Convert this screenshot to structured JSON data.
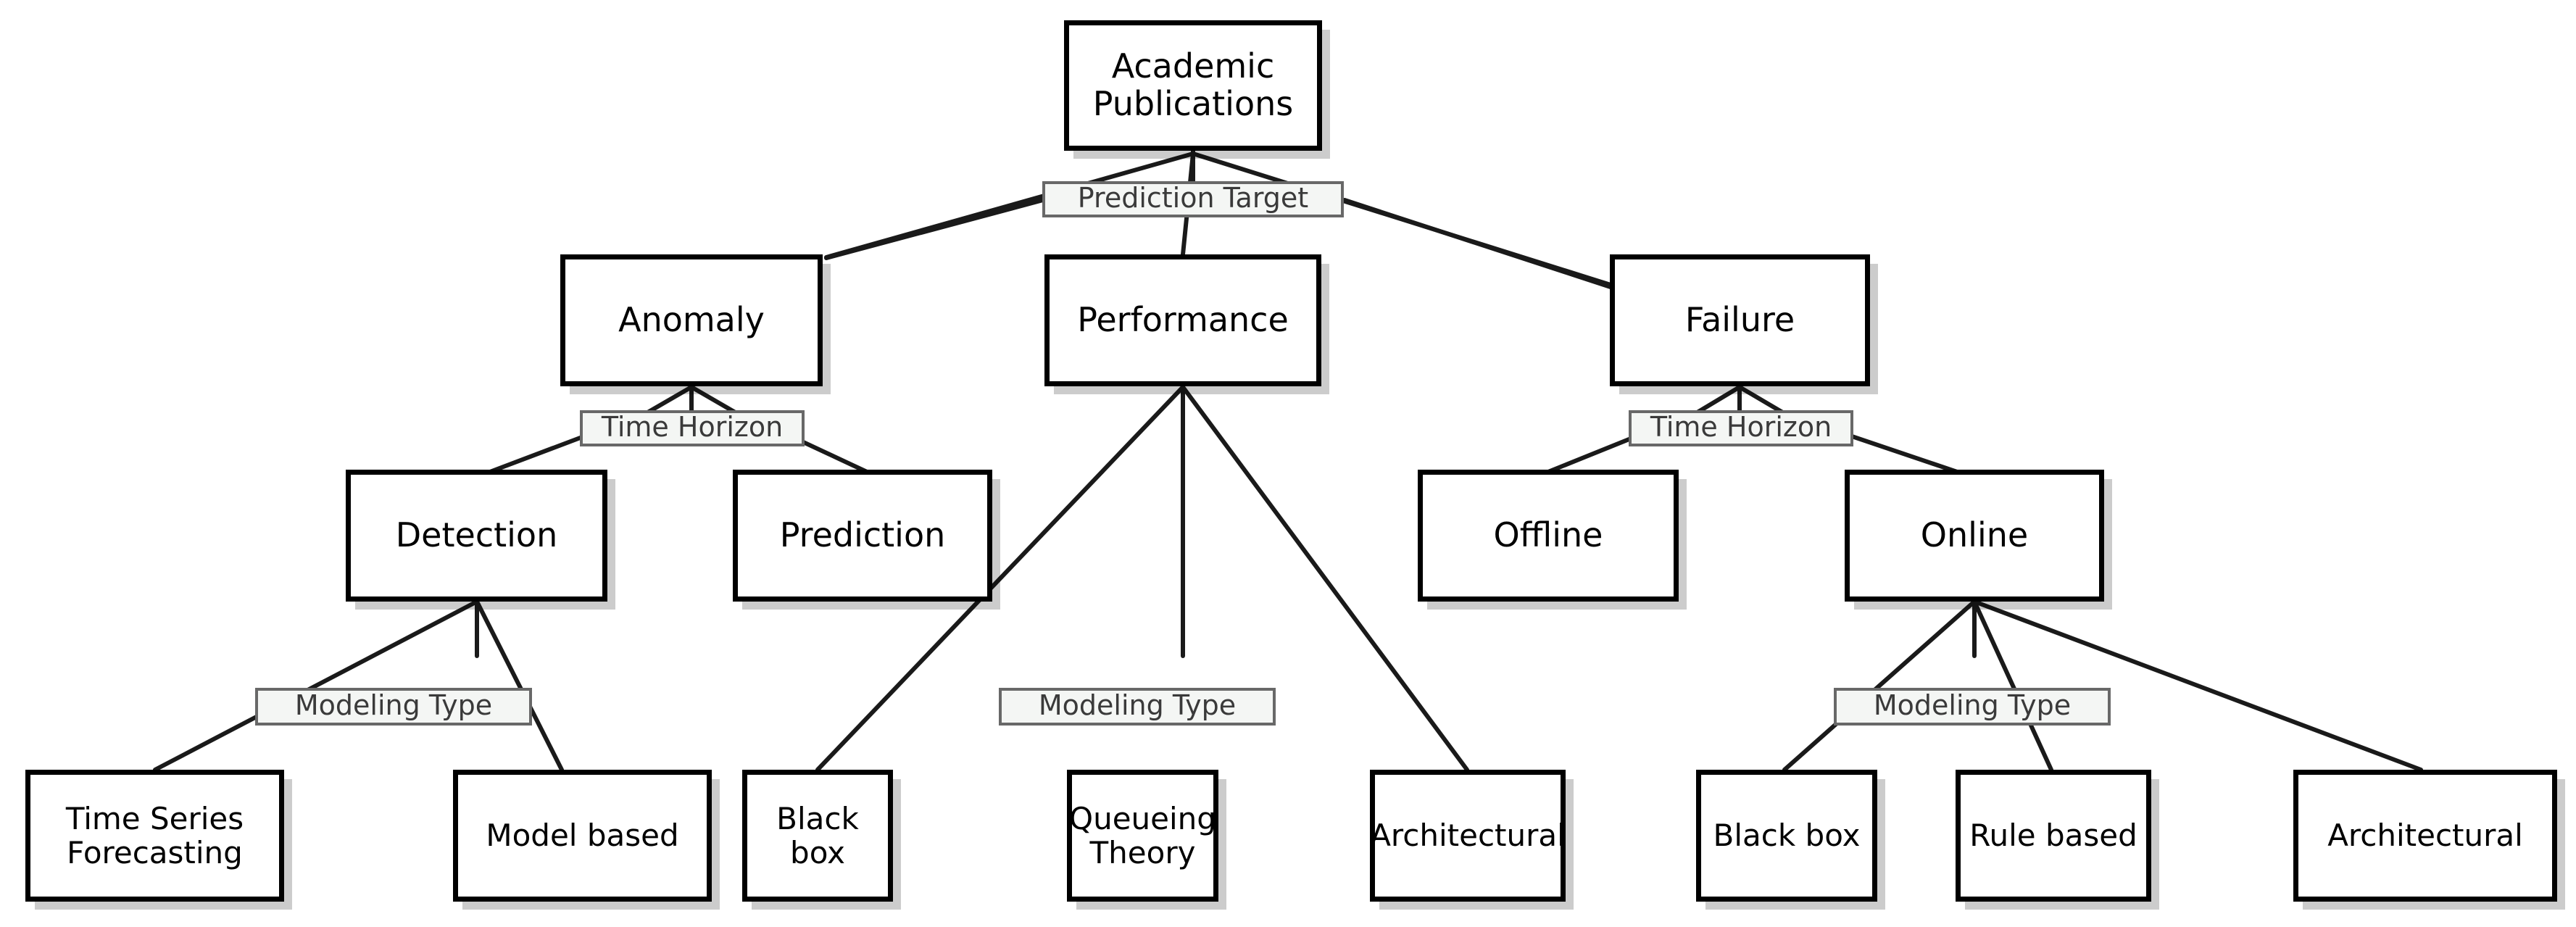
{
  "diagram": {
    "type": "taxonomy-tree",
    "title": "Academic Publications taxonomy",
    "root": {
      "id": "root",
      "label": "Academic Publications"
    },
    "edge_labels": [
      {
        "id": "el-prediction-target",
        "label": "Prediction Target"
      },
      {
        "id": "el-time-horizon-anomaly",
        "label": "Time Horizon"
      },
      {
        "id": "el-time-horizon-failure",
        "label": "Time Horizon"
      },
      {
        "id": "el-modeling-type-detection",
        "label": "Modeling Type"
      },
      {
        "id": "el-modeling-type-performance",
        "label": "Modeling Type"
      },
      {
        "id": "el-modeling-type-online",
        "label": "Modeling Type"
      }
    ],
    "level2": [
      {
        "id": "anomaly",
        "label": "Anomaly"
      },
      {
        "id": "performance",
        "label": "Performance"
      },
      {
        "id": "failure",
        "label": "Failure"
      }
    ],
    "level3": [
      {
        "id": "detection",
        "label": "Detection"
      },
      {
        "id": "prediction",
        "label": "Prediction"
      },
      {
        "id": "offline",
        "label": "Offline"
      },
      {
        "id": "online",
        "label": "Online"
      }
    ],
    "leaves": [
      {
        "id": "time-series-forecasting",
        "label": "Time Series\nForecasting"
      },
      {
        "id": "model-based",
        "label": "Model based"
      },
      {
        "id": "perf-black-box",
        "label": "Black box"
      },
      {
        "id": "queueing-theory",
        "label": "Queueing\nTheory"
      },
      {
        "id": "perf-architectural",
        "label": "Architectural"
      },
      {
        "id": "online-black-box",
        "label": "Black box"
      },
      {
        "id": "rule-based",
        "label": "Rule based"
      },
      {
        "id": "online-architectural",
        "label": "Architectural"
      }
    ],
    "colors": {
      "node_border": "#000000",
      "node_fill": "#ffffff",
      "node_text": "#000000",
      "edge_line": "#1a1a1a",
      "edge_label_fill": "#f4f6f4",
      "edge_label_border": "#686868",
      "edge_label_text": "#3a3a3a",
      "shadow": "#c8c8c8",
      "background": "#ffffff"
    }
  }
}
